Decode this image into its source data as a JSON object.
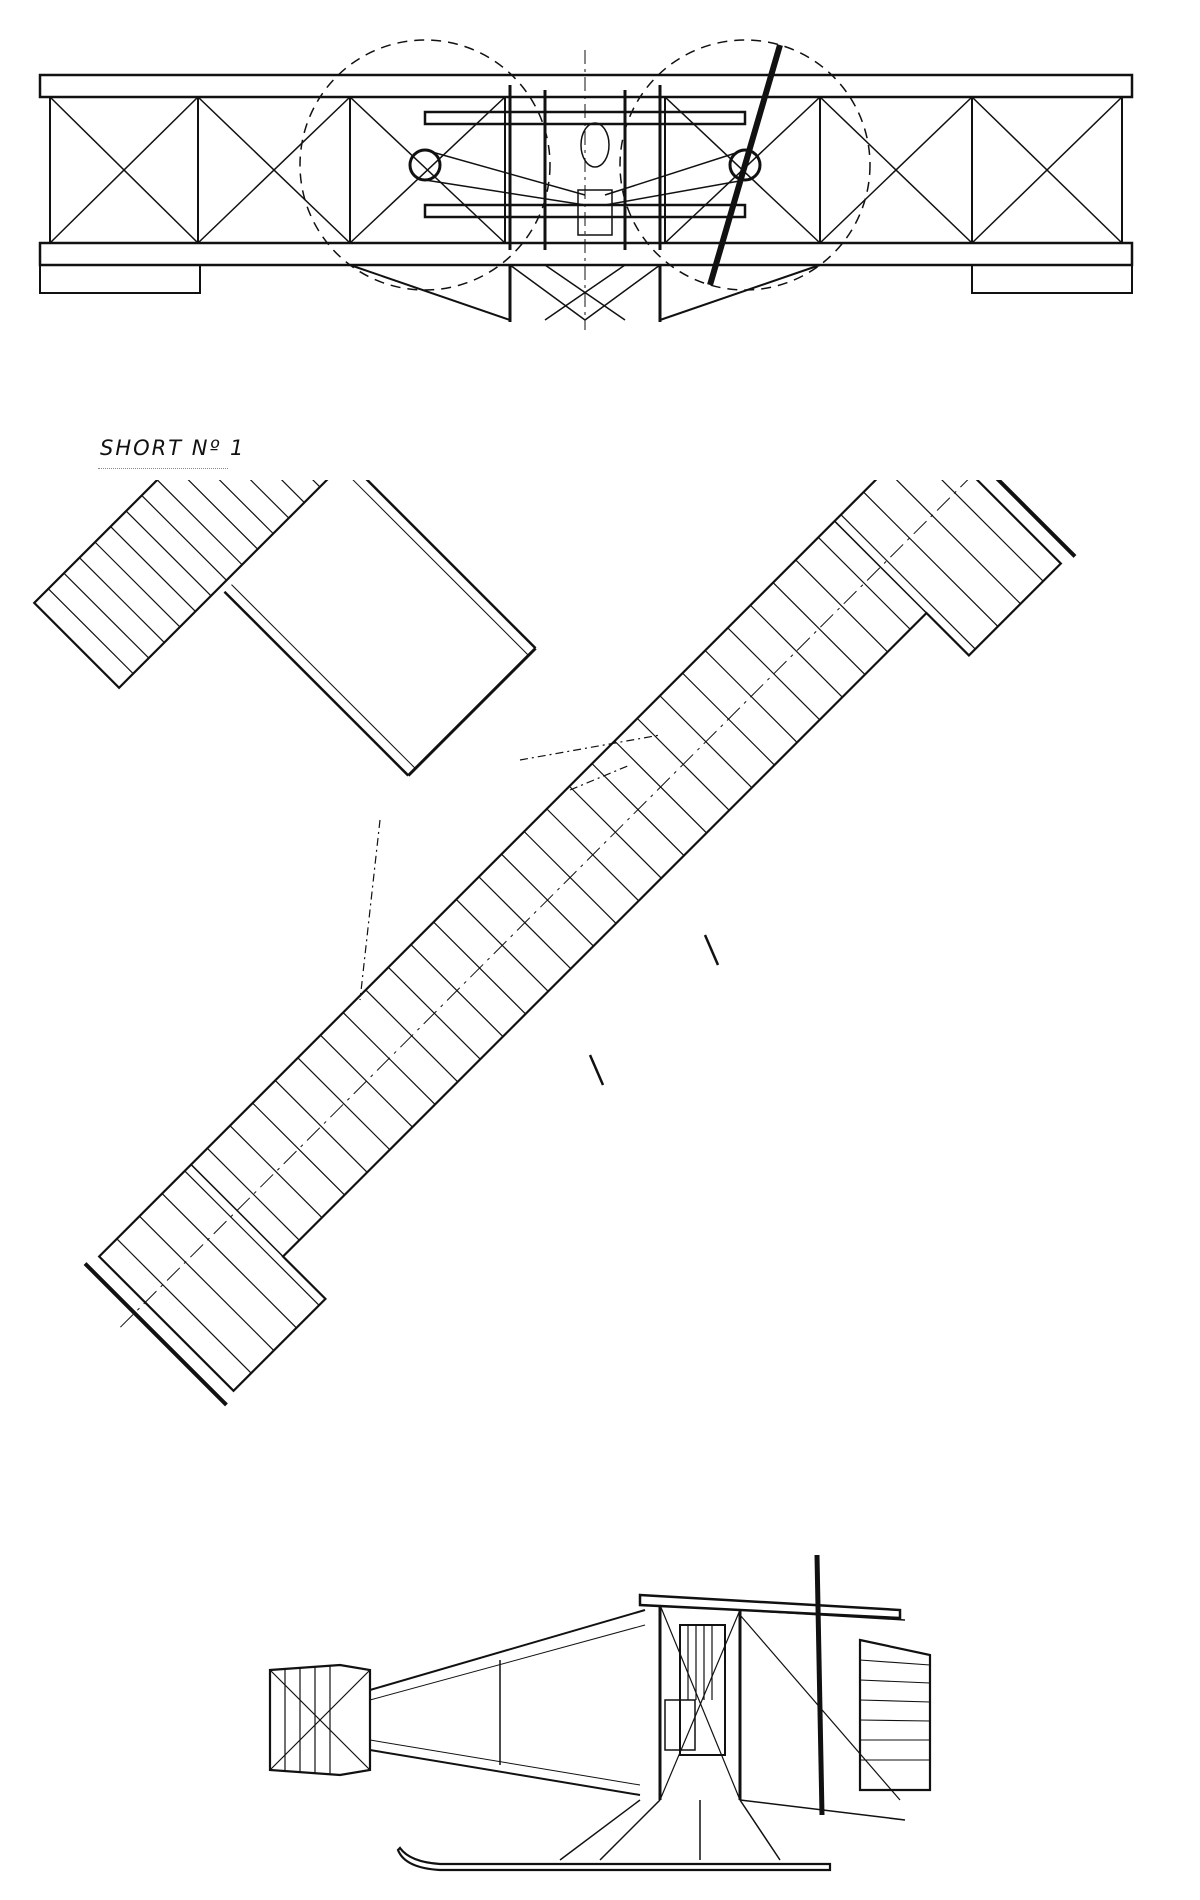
{
  "drawing": {
    "title": "SHORT Nº 1",
    "ink_color": "#111111",
    "paper_color": "#ffffff"
  },
  "views": [
    {
      "id": "front-elevation"
    },
    {
      "id": "plan-view"
    },
    {
      "id": "side-elevation"
    }
  ]
}
